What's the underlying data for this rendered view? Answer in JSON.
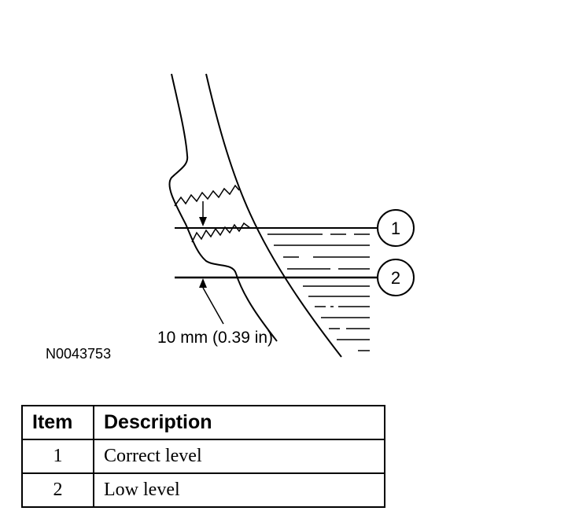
{
  "figure": {
    "dimension_label": "10 mm (0.39 in)",
    "figure_code": "N0043753",
    "callouts": [
      {
        "number": "1"
      },
      {
        "number": "2"
      }
    ]
  },
  "legend": {
    "headers": {
      "item": "Item",
      "description": "Description"
    },
    "rows": [
      {
        "item": "1",
        "description": "Correct level"
      },
      {
        "item": "2",
        "description": "Low level"
      }
    ]
  }
}
